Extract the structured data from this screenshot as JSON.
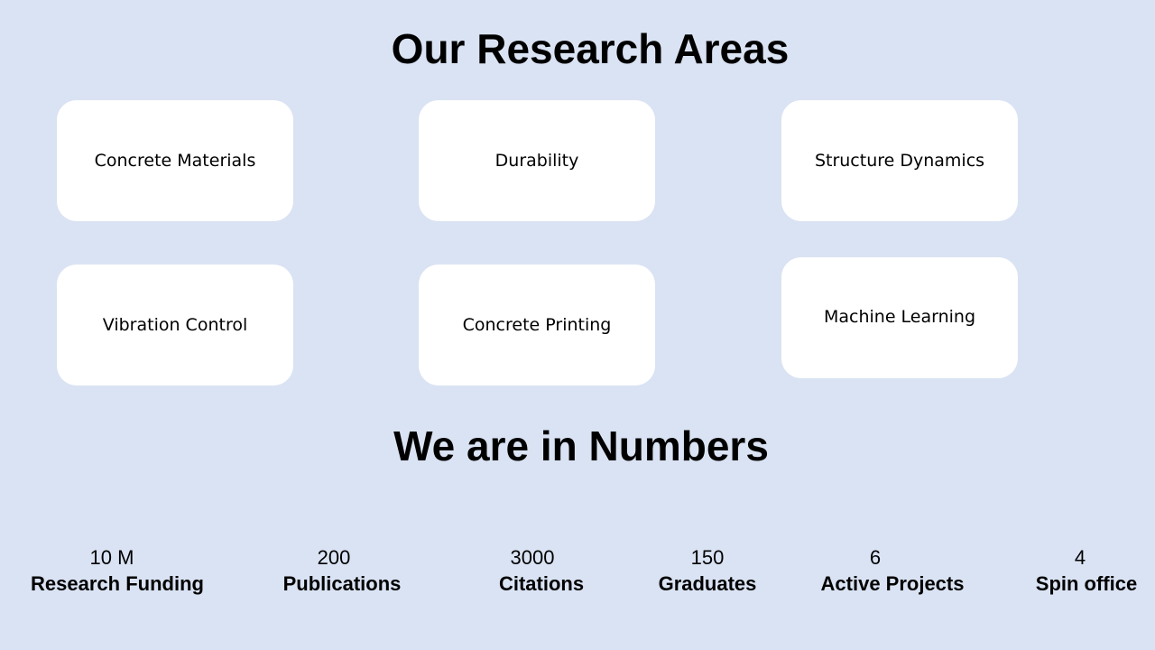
{
  "heading_areas": "Our Research Areas",
  "areas": [
    {
      "label": "Concrete Materials"
    },
    {
      "label": "Durability"
    },
    {
      "label": "Structure Dynamics"
    },
    {
      "label": "Vibration Control"
    },
    {
      "label": "Concrete Printing"
    },
    {
      "label": "Machine Learning"
    }
  ],
  "heading_numbers": "We are in Numbers",
  "stats": [
    {
      "value": "10 M",
      "label": "Research Funding"
    },
    {
      "value": "200",
      "label": "Publications"
    },
    {
      "value": "3000",
      "label": "Citations"
    },
    {
      "value": "150",
      "label": "Graduates"
    },
    {
      "value": "6",
      "label": "Active Projects"
    },
    {
      "value": "4",
      "label": "Spin office"
    }
  ]
}
